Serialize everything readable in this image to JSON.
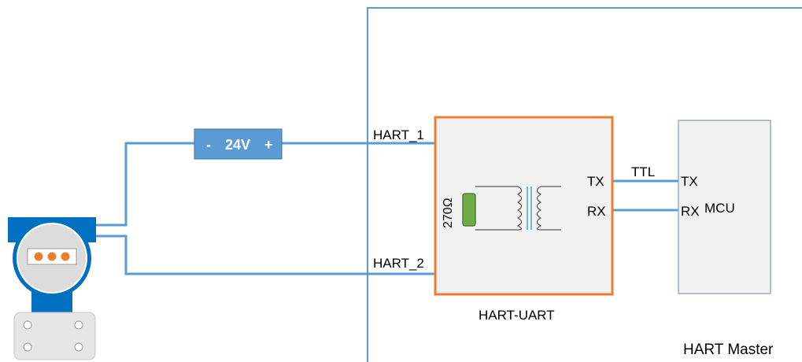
{
  "power_supply": {
    "minus": "-",
    "voltage": "24V",
    "plus": "+"
  },
  "wires": {
    "top_label": "HART_1",
    "bottom_label": "HART_2",
    "ttl_label": "TTL"
  },
  "hart_uart": {
    "caption": "HART-UART",
    "resistor": "270Ω",
    "tx": "TX",
    "rx": "RX"
  },
  "mcu": {
    "tx": "TX",
    "rx": "RX",
    "label": "MCU"
  },
  "master": {
    "label": "HART Master"
  },
  "colors": {
    "wire": "#5b9bd5",
    "supply_fill": "#5b9bd5",
    "supply_text": "#ffffff",
    "module_border": "#ed7d31",
    "module_fill": "#f2f2f2",
    "resistor": "#70ad47",
    "mcu_border": "#9aa9c4",
    "device_body": "#0070c0",
    "device_face": "#dcdcdc",
    "device_buttons": "#ed7d31"
  }
}
